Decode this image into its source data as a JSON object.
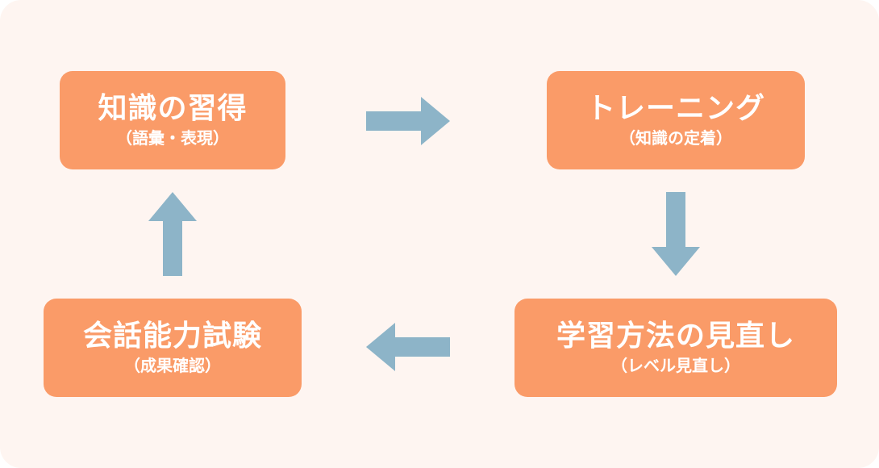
{
  "colors": {
    "background": "#fef5f1",
    "box": "#fa9b68",
    "box_text": "#ffffff",
    "arrow": "#8db4c8"
  },
  "steps": [
    {
      "title": "知識の習得",
      "subtitle": "（語彙・表現）"
    },
    {
      "title": "トレーニング",
      "subtitle": "（知識の定着）"
    },
    {
      "title": "学習方法の見直し",
      "subtitle": "（レベル見直し）"
    },
    {
      "title": "会話能力試験",
      "subtitle": "（成果確認）"
    }
  ],
  "arrows": [
    "right",
    "down",
    "left",
    "up"
  ]
}
